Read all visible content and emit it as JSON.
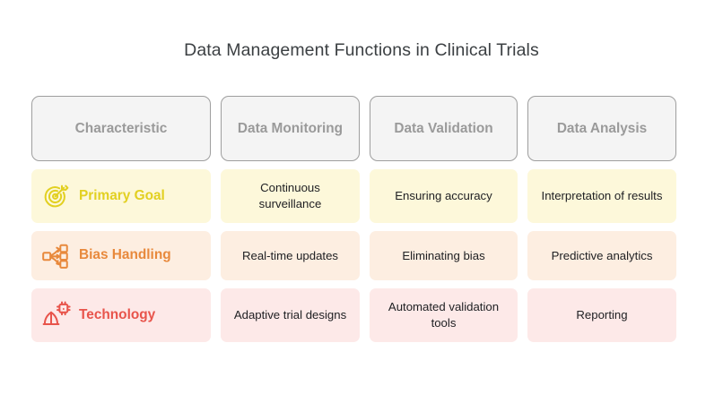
{
  "page": {
    "title": "Data Management Functions in Clinical Trials",
    "background_color": "#ffffff"
  },
  "table": {
    "headers": [
      {
        "label": "Characteristic"
      },
      {
        "label": "Data Monitoring"
      },
      {
        "label": "Data Validation"
      },
      {
        "label": "Data Analysis"
      }
    ],
    "header_style": {
      "background": "#f4f4f4",
      "border_color": "#9e9e9e",
      "text_color": "#9a9a9a"
    },
    "rows": [
      {
        "label": "Primary Goal",
        "icon": "target-arrow-icon",
        "accent_color": "#e2d021",
        "row_background": "#fdf8da",
        "cells": [
          "Continuous surveillance",
          "Ensuring accuracy",
          "Interpretation of results"
        ]
      },
      {
        "label": "Bias Handling",
        "icon": "branch-distribute-icon",
        "accent_color": "#e8893c",
        "row_background": "#fdeee1",
        "cells": [
          "Real-time updates",
          "Eliminating bias",
          "Predictive analytics"
        ]
      },
      {
        "label": "Technology",
        "icon": "hard-hat-gear-icon",
        "accent_color": "#e8544b",
        "row_background": "#fde9e8",
        "cells": [
          "Adaptive trial designs",
          "Automated validation tools",
          "Reporting"
        ]
      }
    ]
  }
}
